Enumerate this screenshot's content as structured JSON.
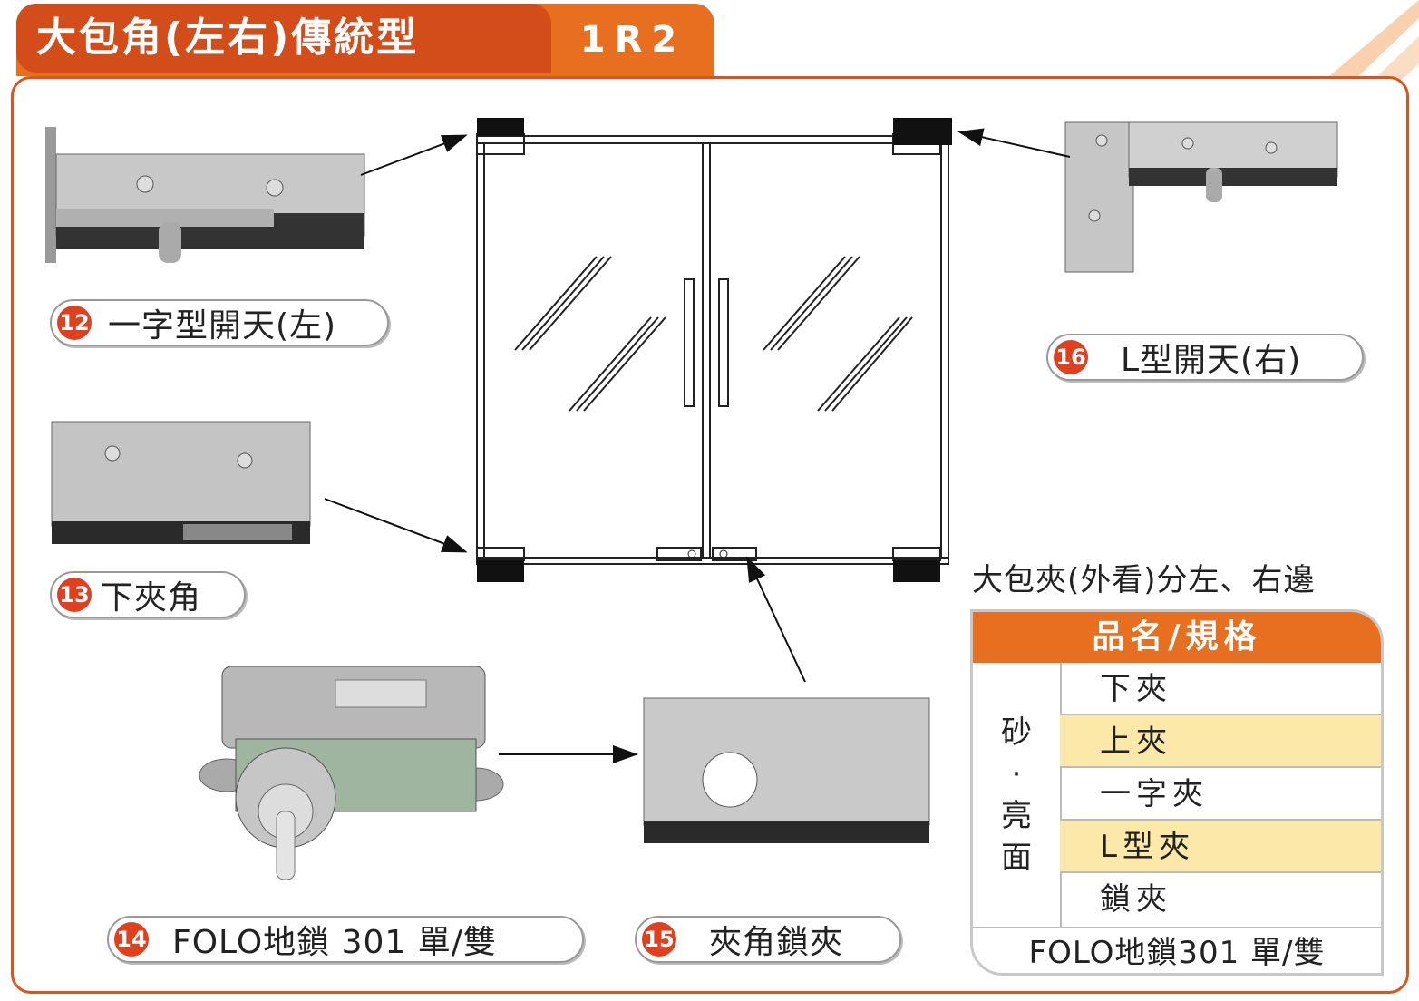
{
  "header": {
    "title": "大包角(左右)傳統型",
    "code": "1R2"
  },
  "items": [
    {
      "num": "12",
      "label": "一字型開天(左)"
    },
    {
      "num": "13",
      "label": "下夾角"
    },
    {
      "num": "14",
      "label": "FOLO地鎖 301 單/雙"
    },
    {
      "num": "15",
      "label": "夾角鎖夾"
    },
    {
      "num": "16",
      "label": "L型開天(右)"
    }
  ],
  "note": "大包夾(外看)分左、右邊",
  "spec_table": {
    "header": "品名/規格",
    "finish_chars": [
      "砂",
      "·",
      "亮",
      "面"
    ],
    "rows": [
      "下夾",
      "上夾",
      "一字夾",
      "L型夾",
      "鎖夾"
    ],
    "footer": "FOLO地鎖301 單/雙"
  },
  "colors": {
    "accent": "#e86f1f",
    "accent_dark": "#d34d1a",
    "highlight_row": "#fce8a8",
    "number_badge": "#e0401e"
  }
}
